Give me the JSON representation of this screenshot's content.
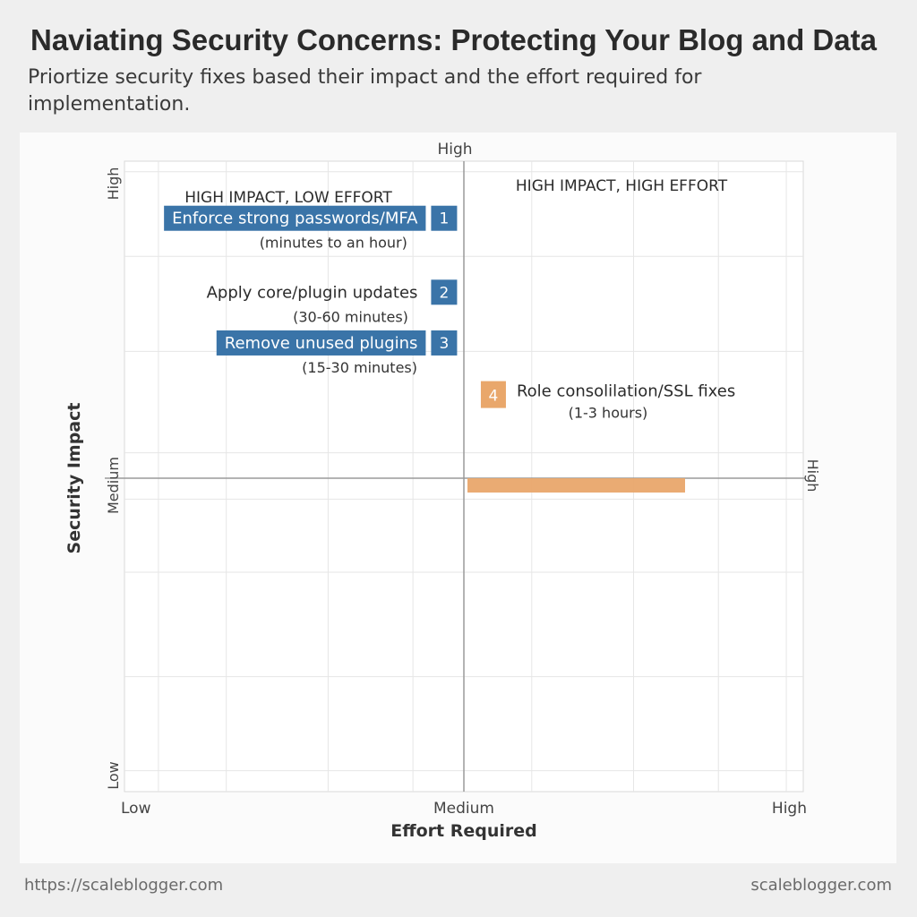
{
  "page": {
    "title": "Naviating Security Concerns: Protecting Your Blog and Data",
    "subtitle": "Priortize security fixes based their impact and the effort required for implementation.",
    "footer_left": "https://scaleblogger.com",
    "footer_right": "scaleblogger.com"
  },
  "colors": {
    "blue": "#3a74a8",
    "orange": "#e9a76b",
    "grid": "#e6e6e6",
    "axis": "#9a9a9a"
  },
  "chart_data": {
    "type": "scatter",
    "xlabel": "Effort Required",
    "ylabel": "Security Impact",
    "x_ticks": [
      "Low",
      "Medium",
      "High"
    ],
    "y_ticks": [
      "Low",
      "Medium",
      "High"
    ],
    "top_label": "High",
    "right_label": "High",
    "grid": true,
    "quadrant_labels": [
      {
        "title": "HIGH IMPACT, LOW EFFORT",
        "subtitle": "(minutes to an hour)"
      },
      {
        "title": "HIGH IMPACT, HIGH EFFORT",
        "subtitle": ""
      }
    ],
    "points": [
      {
        "rank": "1",
        "label": "Enforce strong passwords/MFA",
        "detail": "(minutes to an hour)",
        "effort": 0.98,
        "impact": 2.73,
        "style": "box",
        "color": "blue"
      },
      {
        "rank": "2",
        "label": "Apply core/plugin updates",
        "detail": "(30-60 minutes)",
        "effort": 0.98,
        "impact": 2.38,
        "style": "plain",
        "color": "blue"
      },
      {
        "rank": "3",
        "label": "Remove unused plugins",
        "detail": "(15-30 minutes)",
        "effort": 0.98,
        "impact": 2.14,
        "style": "box",
        "color": "blue"
      },
      {
        "rank": "4",
        "label": "Role consolilation/SSL fixes",
        "detail": "(1-3 hours)",
        "effort": 1.05,
        "impact": 1.9,
        "style": "plain",
        "color": "orange"
      }
    ]
  }
}
